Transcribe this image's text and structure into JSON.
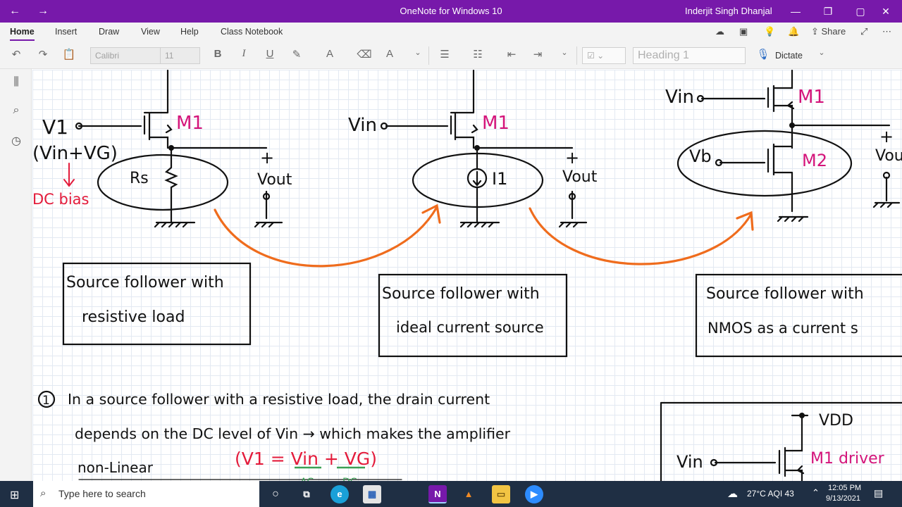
{
  "window": {
    "title": "OneNote for Windows 10",
    "user": "Inderjit Singh Dhanjal"
  },
  "ribbon": {
    "tabs": [
      "Home",
      "Insert",
      "Draw",
      "View",
      "Help",
      "Class Notebook"
    ],
    "active_tab": "Home",
    "share_label": "Share"
  },
  "toolbar": {
    "font_name": "Calibri",
    "font_size": "11",
    "style": "Heading 1",
    "dictate_label": "Dictate",
    "bold": "B",
    "italic": "I",
    "underline": "U"
  },
  "note": {
    "circuit1": {
      "input": "V1",
      "input_sum": "(Vin+VG)",
      "dc_bias": "DC bias",
      "transistor": "M1",
      "resistor": "Rs",
      "plus": "+",
      "output": "Vout",
      "caption": [
        "Source follower with",
        "resistive load"
      ]
    },
    "circuit2": {
      "input": "Vin",
      "transistor": "M1",
      "source": "I1",
      "plus": "+",
      "output": "Vout",
      "caption": [
        "Source follower with",
        "ideal current source"
      ]
    },
    "circuit3": {
      "input": "Vin",
      "bias": "Vb",
      "transistor1": "M1",
      "transistor2": "M2",
      "plus": "+",
      "output": "Vout",
      "caption": [
        "Source follower with",
        "NMOS as a current s"
      ]
    },
    "point1": {
      "number": "1",
      "line1": "In a source follower with a resistive load, the drain current",
      "line2": "depends on the DC level of Vin → which makes the amplifier",
      "line3": "non-Linear",
      "equation": "(V1 = Vin + VG)",
      "under1": "AC",
      "under2": "DC"
    },
    "circuit4": {
      "supply": "VDD",
      "input": "Vin",
      "transistor": "M1 driver"
    }
  },
  "taskbar": {
    "search_placeholder": "Type here to search",
    "weather": "27°C  AQI 43",
    "time": "12:05 PM",
    "date": "9/13/2021",
    "onenote_glyph": "N"
  }
}
